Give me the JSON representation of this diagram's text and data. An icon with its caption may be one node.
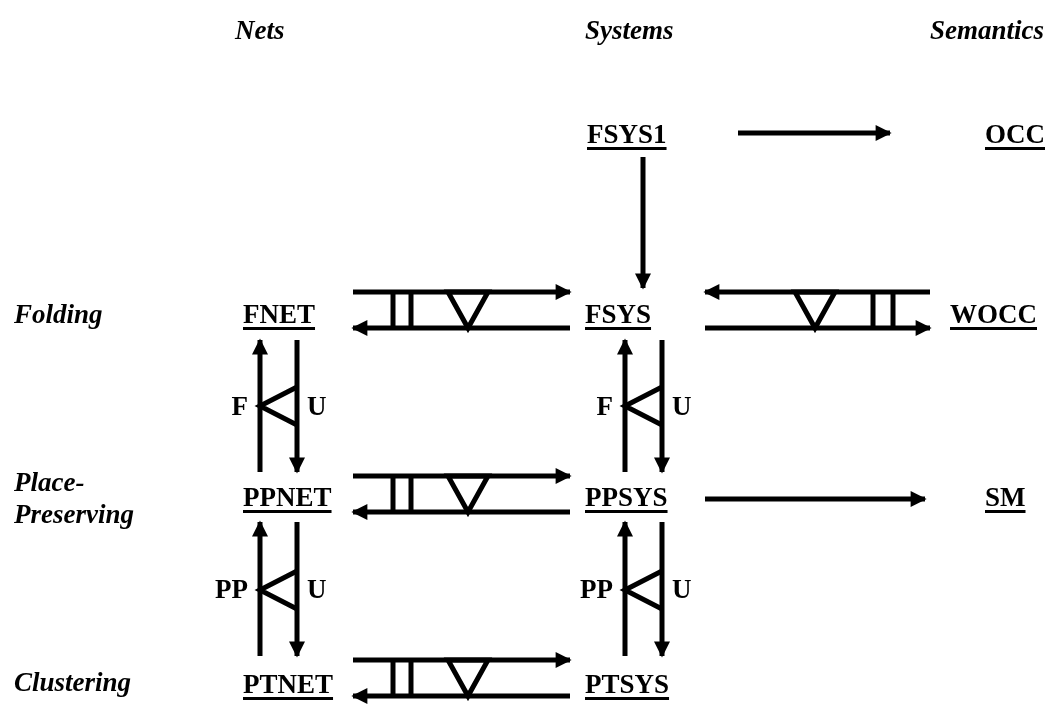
{
  "diagram": {
    "nodes": [
      {
        "text": [
          "FSYS1"
        ]
      },
      {
        "text": [
          "OCC"
        ]
      },
      {
        "text": [
          "FNET"
        ]
      },
      {
        "text": [
          "FSYS"
        ]
      },
      {
        "text": [
          "WOCC"
        ]
      },
      {
        "text": [
          "PPNET"
        ]
      },
      {
        "text": [
          "PPSYS"
        ]
      },
      {
        "text": [
          "SM"
        ]
      },
      {
        "text": [
          "PTNET"
        ]
      },
      {
        "text": [
          "PTSYS"
        ]
      }
    ],
    "edges": [
      {
        "from": 0,
        "to": 1,
        "arrow": "to"
      },
      {
        "from": 0,
        "to": 3,
        "arrow": "to"
      },
      {
        "from": 2,
        "to": 3,
        "arrow": "to"
      },
      {
        "from": 3,
        "to": 2,
        "arrow": "to"
      },
      {
        "from": 4,
        "to": 3,
        "arrow": "to"
      },
      {
        "from": 3,
        "to": 4,
        "arrow": "to"
      },
      {
        "from": 5,
        "to": 2,
        "arrow": "to",
        "label": "F"
      },
      {
        "from": 2,
        "to": 5,
        "arrow": "to",
        "label": "U"
      },
      {
        "from": 6,
        "to": 3,
        "arrow": "to",
        "label": "F"
      },
      {
        "from": 3,
        "to": 6,
        "arrow": "to",
        "label": "U"
      },
      {
        "from": 5,
        "to": 6,
        "arrow": "to"
      },
      {
        "from": 6,
        "to": 5,
        "arrow": "to"
      },
      {
        "from": 6,
        "to": 7,
        "arrow": "to"
      },
      {
        "from": 8,
        "to": 5,
        "arrow": "to",
        "label": "PP"
      },
      {
        "from": 5,
        "to": 8,
        "arrow": "to",
        "label": "U"
      },
      {
        "from": 9,
        "to": 6,
        "arrow": "to",
        "label": "PP"
      },
      {
        "from": 6,
        "to": 9,
        "arrow": "to",
        "label": "U"
      },
      {
        "from": 8,
        "to": 9,
        "arrow": "to"
      },
      {
        "from": 9,
        "to": 8,
        "arrow": "to"
      }
    ],
    "labels": [
      "Nets",
      "Systems",
      "Semantics",
      "Folding",
      "Place-Preserving",
      "Clustering"
    ]
  }
}
